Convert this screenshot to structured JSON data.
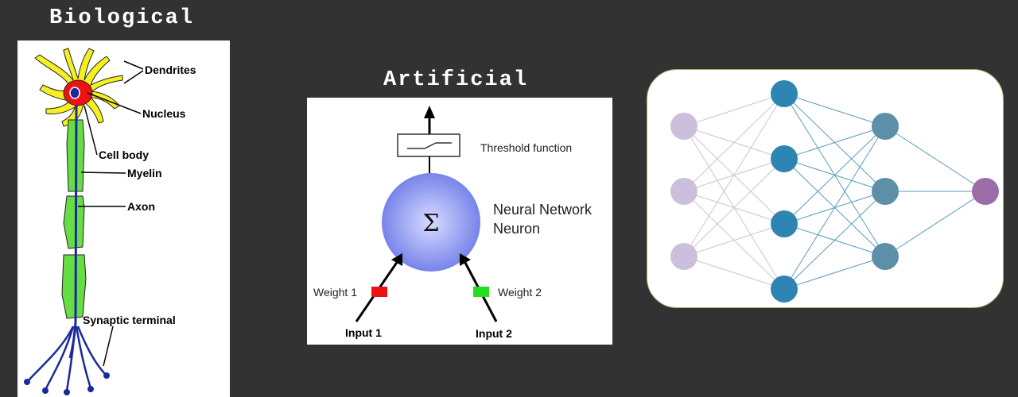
{
  "titles": {
    "biological": "Biological",
    "artificial": "Artificial"
  },
  "biological_neuron": {
    "labels": {
      "dendrites": "Dendrites",
      "nucleus": "Nucleus",
      "cell_body": "Cell body",
      "myelin": "Myelin",
      "axon": "Axon",
      "synaptic_terminal": "Synaptic terminal"
    },
    "colors": {
      "dendrites": "#f5f020",
      "cell_body": "#ee1111",
      "nucleus": "#1a2a9a",
      "myelin": "#66dd44",
      "axon": "#1a2a9a"
    }
  },
  "artificial_neuron": {
    "labels": {
      "threshold": "Threshold function",
      "neuron": "Neural Network",
      "neuron_line2": "Neuron",
      "sigma": "Σ",
      "weight1": "Weight 1",
      "weight2": "Weight 2",
      "input1": "Input 1",
      "input2": "Input 2"
    },
    "colors": {
      "neuron": "#7a86ee",
      "weight1": "#ee1111",
      "weight2": "#22dd22"
    }
  },
  "network": {
    "layers": [
      3,
      4,
      3,
      1
    ],
    "colors": {
      "input": "#cbbfdc",
      "hidden1": "#2e85b4",
      "hidden2": "#5d8fa8",
      "output": "#9b6ca8"
    }
  }
}
